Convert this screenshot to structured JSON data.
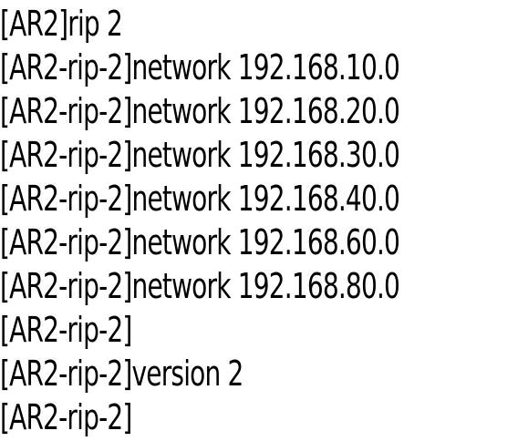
{
  "terminal": {
    "lines": [
      {
        "prompt": "[AR2]",
        "command": "rip 2"
      },
      {
        "prompt": "[AR2-rip-2]",
        "command": "network 192.168.10.0"
      },
      {
        "prompt": "[AR2-rip-2]",
        "command": "network 192.168.20.0"
      },
      {
        "prompt": "[AR2-rip-2]",
        "command": "network 192.168.30.0"
      },
      {
        "prompt": "[AR2-rip-2]",
        "command": "network 192.168.40.0"
      },
      {
        "prompt": "[AR2-rip-2]",
        "command": "network 192.168.60.0"
      },
      {
        "prompt": "[AR2-rip-2]",
        "command": "network 192.168.80.0"
      },
      {
        "prompt": "[AR2-rip-2]",
        "command": ""
      },
      {
        "prompt": "[AR2-rip-2]",
        "command": "version 2"
      },
      {
        "prompt": "[AR2-rip-2]",
        "command": ""
      }
    ]
  }
}
